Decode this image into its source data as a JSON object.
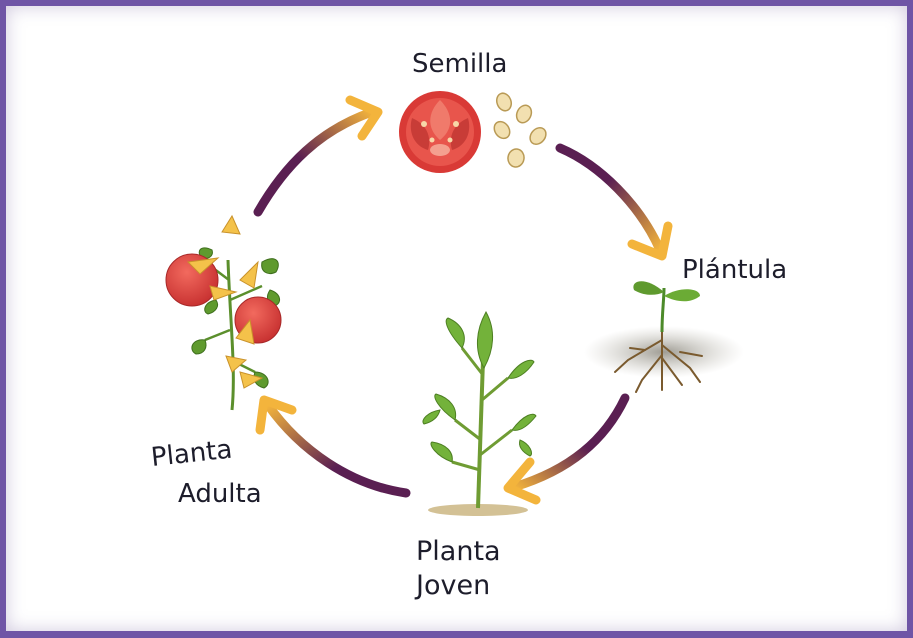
{
  "stages": {
    "seed": "Semilla",
    "seedling": "Plántula",
    "young_line1": "Planta",
    "young_line2": "Joven",
    "adult_line1": "Planta",
    "adult_line2": "Adulta"
  },
  "colors": {
    "frame": "#6f55a6",
    "arrow_dark": "#5a1f52",
    "arrow_light": "#f3b43c",
    "tomato": "#e0413c",
    "leaf": "#5f9a2e",
    "label": "#1d1d2b"
  },
  "icons": [
    "tomato-slice-icon",
    "seeds-icon",
    "seedling-icon",
    "young-plant-icon",
    "adult-tomato-plant-icon"
  ]
}
